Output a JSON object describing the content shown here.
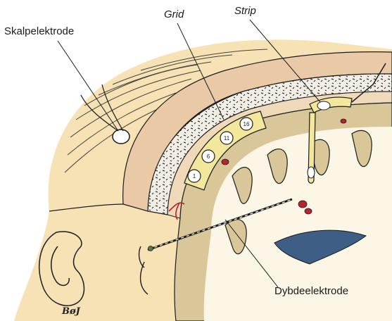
{
  "labels": {
    "scalp_electrode": "Skalpelektrode",
    "grid": "Grid",
    "strip": "Strip",
    "depth_electrode": "Dybdeelektrode"
  },
  "grid_contacts": [
    "1",
    "6",
    "11",
    "16"
  ],
  "signature": "BøJ",
  "colors": {
    "skin": "#f7e2b6",
    "bone": "#e9c9a6",
    "dura_yellow": "#f2e79a",
    "grey_matter": "#d9c79a",
    "white_matter": "#fbf6e6",
    "ventricle": "#3f5e86",
    "contact_red": "#b9242c",
    "outline": "#1b1b1b"
  }
}
